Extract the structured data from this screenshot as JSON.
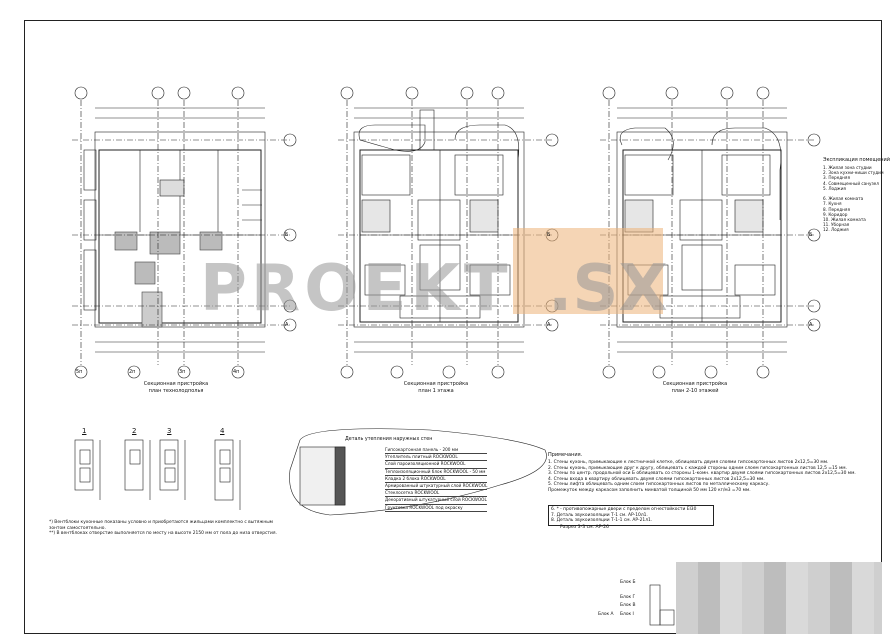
{
  "plans": [
    {
      "caption_line1": "Секционная пристройка",
      "caption_line2": "план технолодполья"
    },
    {
      "caption_line1": "Секционная пристройка",
      "caption_line2": "план 1 этажа"
    },
    {
      "caption_line1": "Секционная пристройка",
      "caption_line2": "план 2-10 этажей"
    }
  ],
  "legend": {
    "title": "Экспликация помещений",
    "items": [
      "1. Жилая зона студии",
      "2. Зона кухни-ниши студии",
      "3. Передняя",
      "4. Совмещенный санузел",
      "5. Лоджия",
      "",
      "6. Жилая комната",
      "7. Кухня",
      "8. Передняя",
      "9. Коридор",
      "10. Жилая комната",
      "11. Уборная",
      "12. Лоджия"
    ]
  },
  "details": {
    "numbers": [
      "1",
      "2",
      "3",
      "4"
    ]
  },
  "callout": {
    "title": "Деталь утепления наружных стен",
    "layers": [
      "Гипсокартонная панель - 200 мм",
      "Утеплитель плитный ROCKWOOL",
      "Слой пароизоляционной ROCKWOOL",
      "Теплоизоляционный блок ROCKWOOL - 50 мм",
      "Кладка 2 блока ROCKWOOL",
      "Армированный штукатурный слой ROCKWOOL",
      "Стеклосетка ROCKWOOL",
      "Декоративный штукатурный слой ROCKWOOL",
      "Грунтовка ROCKWOOL под окраску"
    ]
  },
  "notes": {
    "title": "Примечания.",
    "lines": [
      "1. Стены кухонь, примыкающие к лестничной клетке, облицевать двумя слоями гипсокартонных листов 2х12,5=30 мм.",
      "2. Стены кухонь, примыкающие друг к другу, облицевать с каждой стороны одним слоем гипсокартонных листов 12,5 =15 мм.",
      "3. Стены по центр. продольной оси Б облицевать со стороны 1-комн. квартир двумя слоями гипсокартонных листов 2х12,5=30 мм.",
      "4. Стены входа в квартиру облицевать двумя слоями гипсокартонных листов 2х12,5=30 мм.",
      "5. Стены лифта облицевать одним слоем гипсокартонных листов по металлическому каркасу.",
      "   Промежуток между каркасом заполнить минватой толщиной 50 мм 120 кг/м3  =70 мм."
    ],
    "box_lines": [
      "6. * - противопожарные двери с пределом огнестойкости EI30",
      "7. Деталь звукоизоляции Т-1 см. АР-10л1.",
      "8. Деталь звукоизоляции Т-1-1 см. АР-21л1."
    ],
    "section_ref": "Разрез 3-3 см. АР-26"
  },
  "footnotes": [
    "*) Вентблоки кухонные показаны условно и приобретаются жильцами комплектно с вытяжным",
    "    зонтом самостоятельно.",
    "**) В вентблоках отверстие выполняется по месту на высоте 2150 мм от пола до низа отверстия."
  ],
  "keyplan": {
    "labels": [
      "Блок Б",
      "Блок Г",
      "Блок В",
      "Блок А",
      "Блок I"
    ]
  },
  "axes": {
    "column_labels": [
      "2п",
      "3п",
      "4п",
      "5п"
    ],
    "row_labels": [
      "Б",
      "А"
    ]
  },
  "watermark": {
    "text_left": "PROEKT",
    "text_right": ".SX"
  }
}
